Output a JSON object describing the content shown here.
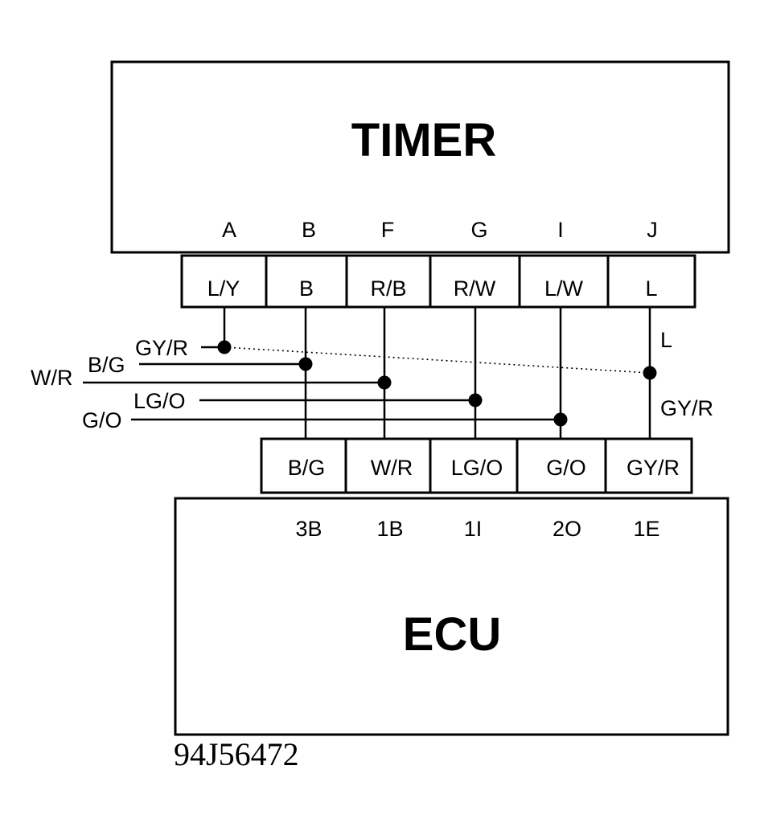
{
  "timer": {
    "title": "TIMER",
    "pins": [
      "A",
      "B",
      "F",
      "G",
      "I",
      "J"
    ],
    "wire_colors": [
      "L/Y",
      "B",
      "R/B",
      "R/W",
      "L/W",
      "L"
    ]
  },
  "ecu": {
    "title": "ECU",
    "wire_colors": [
      "B/G",
      "W/R",
      "LG/O",
      "G/O",
      "GY/R"
    ],
    "pins": [
      "3B",
      "1B",
      "1I",
      "2O",
      "1E"
    ]
  },
  "splice_labels": {
    "gy_r_left": "GY/R",
    "b_g": "B/G",
    "w_r": "W/R",
    "lg_o": "LG/O",
    "g_o": "G/O",
    "l_right": "L",
    "gy_r_right": "GY/R"
  },
  "figure_id": "94J56472",
  "colors": {
    "ink": "#000000",
    "paper": "#ffffff"
  }
}
